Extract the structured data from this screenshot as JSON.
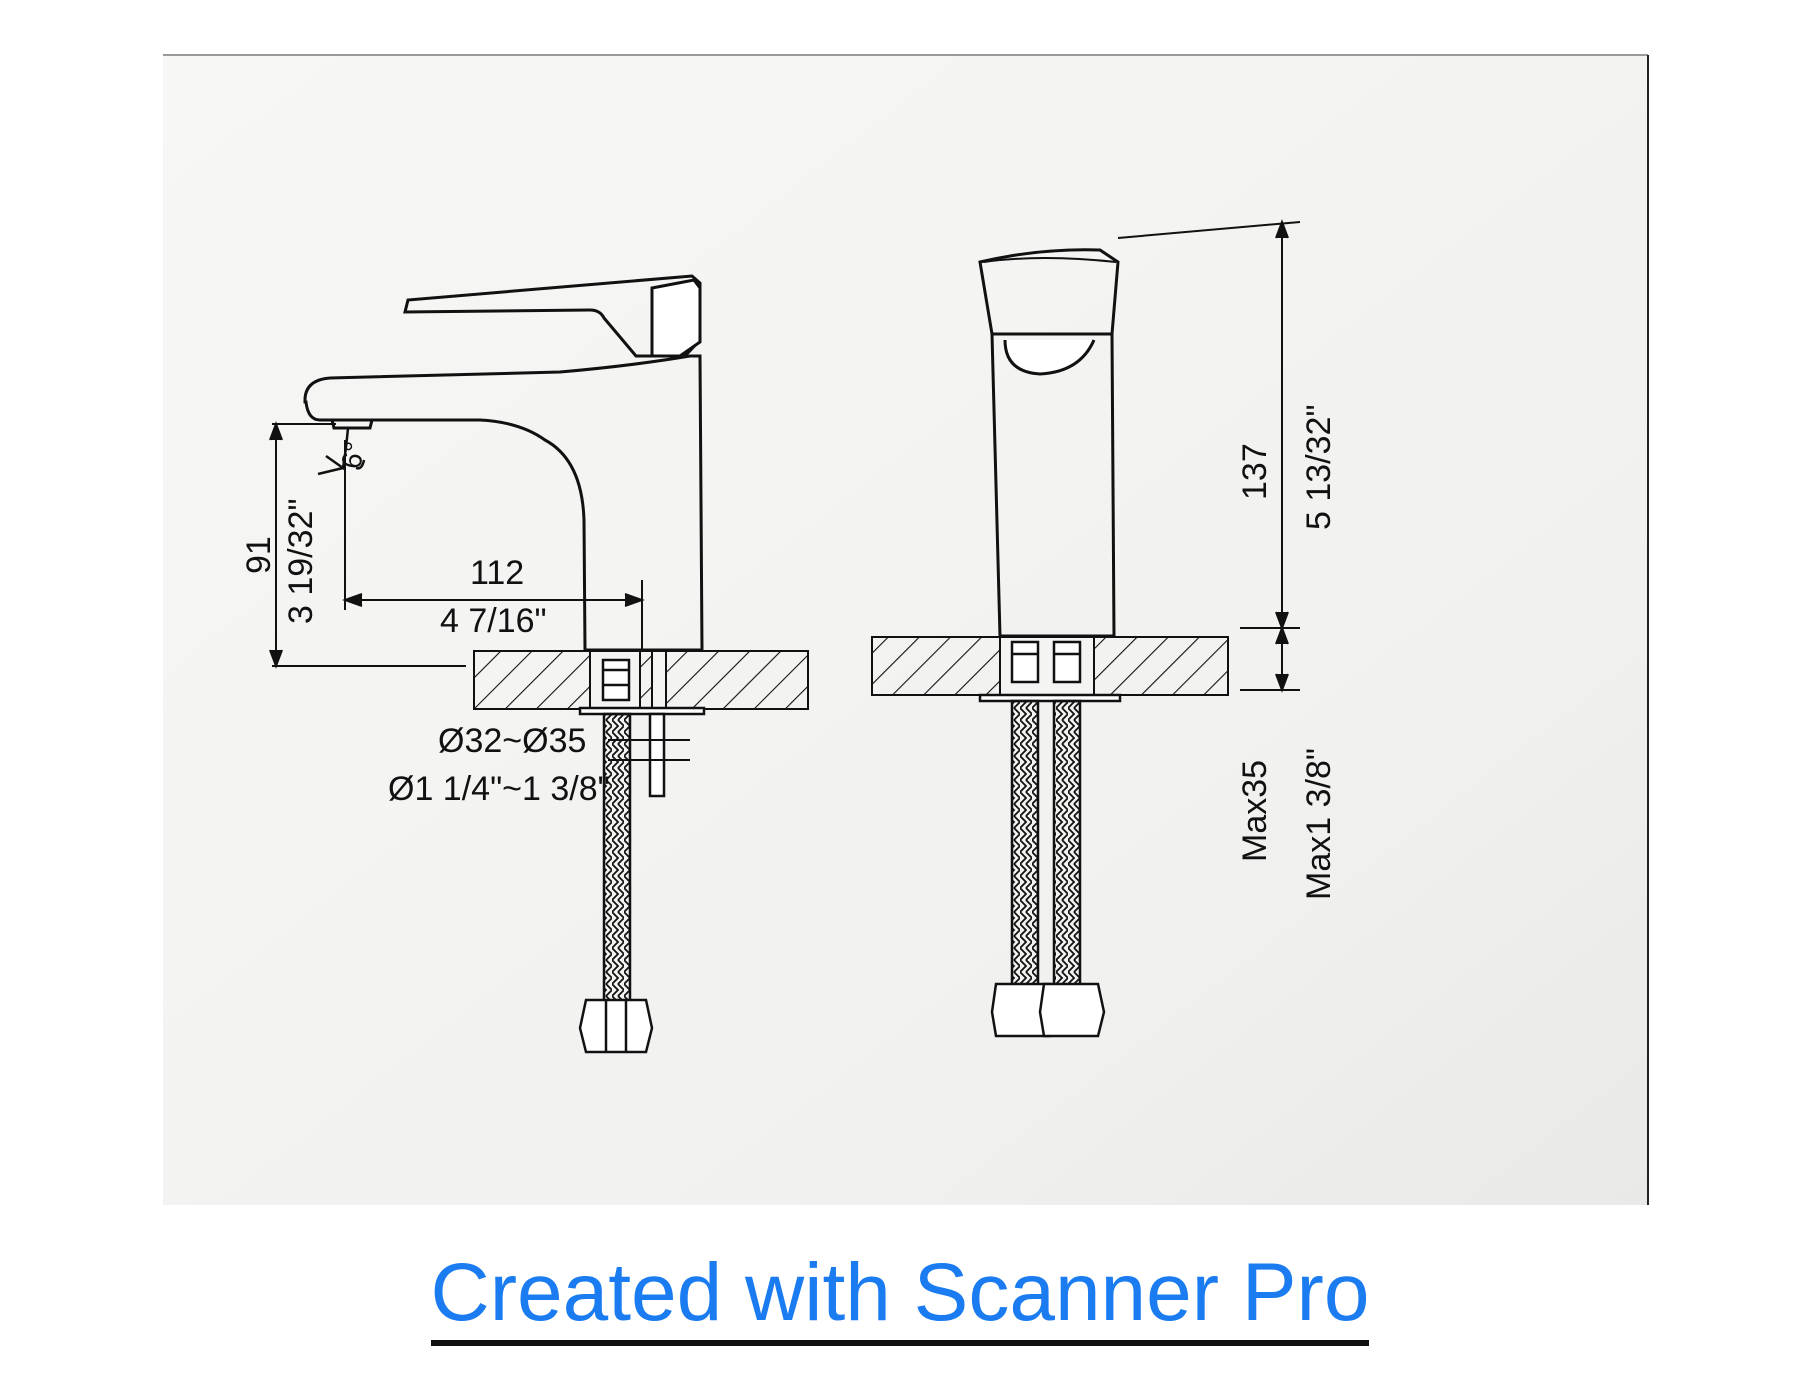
{
  "labels": {
    "spout_reach_mm": "112",
    "spout_reach_in": "4 7/16\"",
    "spout_height_mm": "91",
    "spout_height_in": "3 19/32\"",
    "angle": "6°",
    "hole_dia_mm": "Ø32~Ø35",
    "hole_dia_in": "Ø1 1/4\"~1 3/8\"",
    "total_height_mm": "137",
    "total_height_in": "5 13/32\"",
    "deck_thickness_mm": "Max35",
    "deck_thickness_in": "Max1 3/8\""
  },
  "footer": {
    "link_text": "Created with Scanner Pro"
  },
  "colors": {
    "line": "#111111",
    "paper": "#f3f3f1",
    "link": "#1a7cf0"
  }
}
